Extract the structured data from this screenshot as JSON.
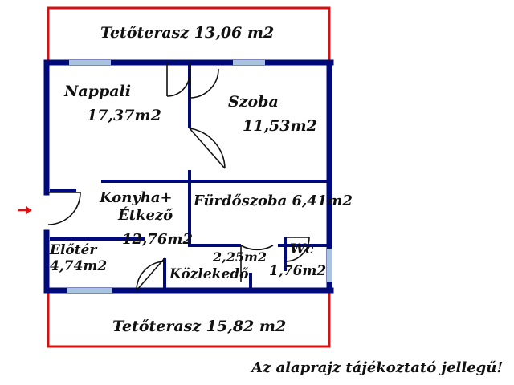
{
  "colors": {
    "outer_wall": "#000a7a",
    "terrace_border": "#d41010",
    "window": "#a9c4e0",
    "entry_arrow": "#e01010",
    "text": "#111111"
  },
  "labels": {
    "terrace_top": "Tetőterasz 13,06 m2",
    "nappali_name": "Nappali",
    "nappali_area": "17,37m2",
    "szoba_name": "Szoba",
    "szoba_area": "11,53m2",
    "konyha_name": "Konyha+",
    "etkezo_name": "Étkező",
    "konyha_area": "12,76m2",
    "furdo": "Fürdőszoba 6,41m2",
    "eloter_name": "Előtér",
    "eloter_area": "4,74m2",
    "kozl_area": "2,25m2",
    "kozl_name": "Közlekedő",
    "wc_name": "Wc",
    "wc_area": "1,76m2",
    "terrace_bottom": "Tetőterasz 15,82 m2",
    "disclaimer": "Az alaprajz tájékoztató jellegű!"
  }
}
